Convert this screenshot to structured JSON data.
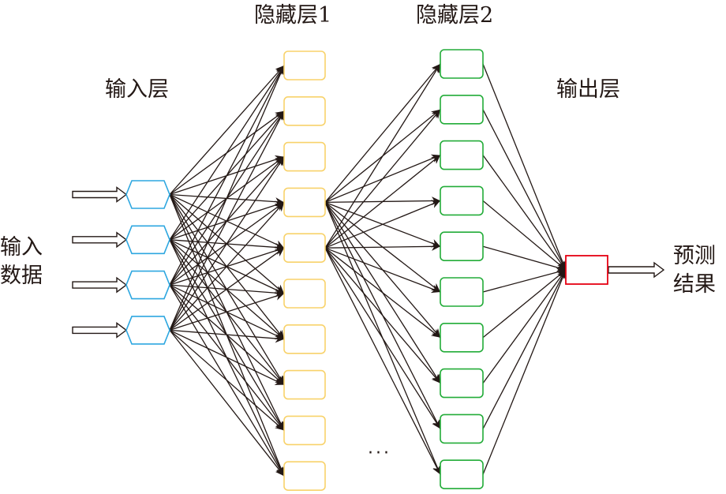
{
  "labels": {
    "input_layer": "输入层",
    "hidden_layer_1": "隐藏层1",
    "hidden_layer_2": "隐藏层2",
    "output_layer": "输出层",
    "input_data_line1": "输入",
    "input_data_line2": "数据",
    "prediction_line1": "预测",
    "prediction_line2": "结果",
    "ellipsis": "···"
  },
  "network": {
    "input_nodes": 4,
    "hidden1_nodes": 10,
    "hidden2_nodes": 10,
    "output_nodes": 1,
    "hidden1_to_hidden2_source_nodes": [
      4,
      5
    ],
    "input_to_hidden1": "fully-connected",
    "hidden2_to_output": "fully-connected"
  },
  "colors": {
    "input_node": "#2ea7e0",
    "hidden1_node": "#f8d26a",
    "hidden2_node": "#22ac38",
    "output_node": "#e60012",
    "edge": "#231815",
    "text": "#231815"
  }
}
